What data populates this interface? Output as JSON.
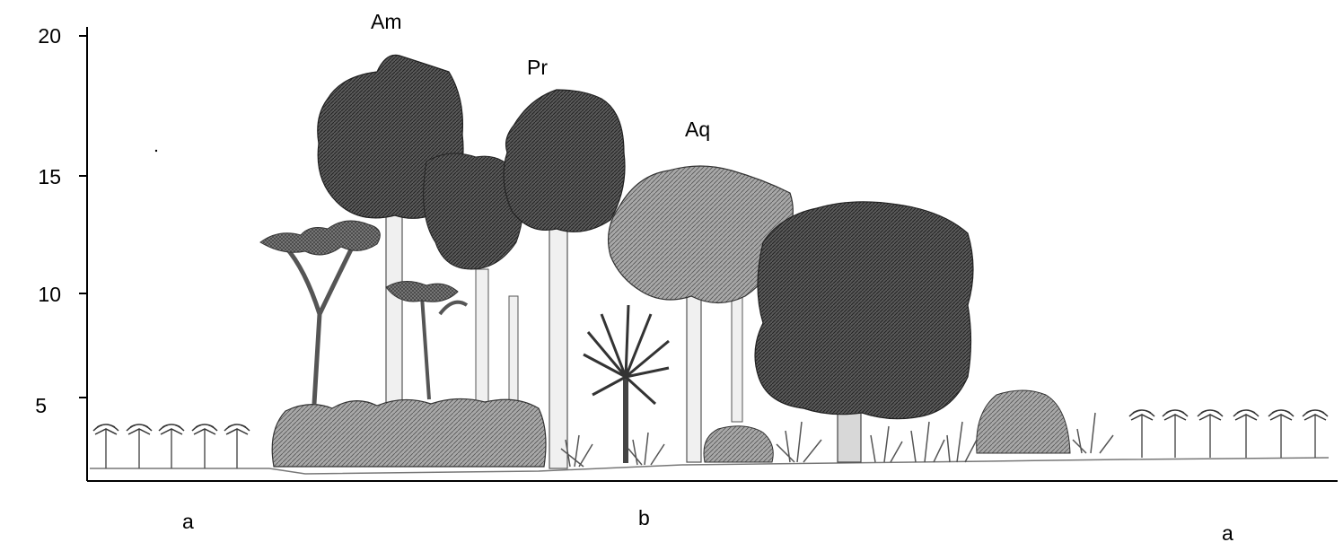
{
  "y_axis": {
    "ticks": [
      "20",
      "15",
      "10",
      "5"
    ]
  },
  "species_labels": {
    "am": "Am",
    "pr": "Pr",
    "aq": "Aq"
  },
  "zone_labels": {
    "left": "a",
    "center": "b",
    "right": "a"
  },
  "colors": {
    "ink": "#000000",
    "dark_foliage": "#3a3a3a",
    "mid_foliage": "#6b6b6b",
    "light_foliage": "#9a9a9a",
    "trunk": "#f2f2f2"
  }
}
